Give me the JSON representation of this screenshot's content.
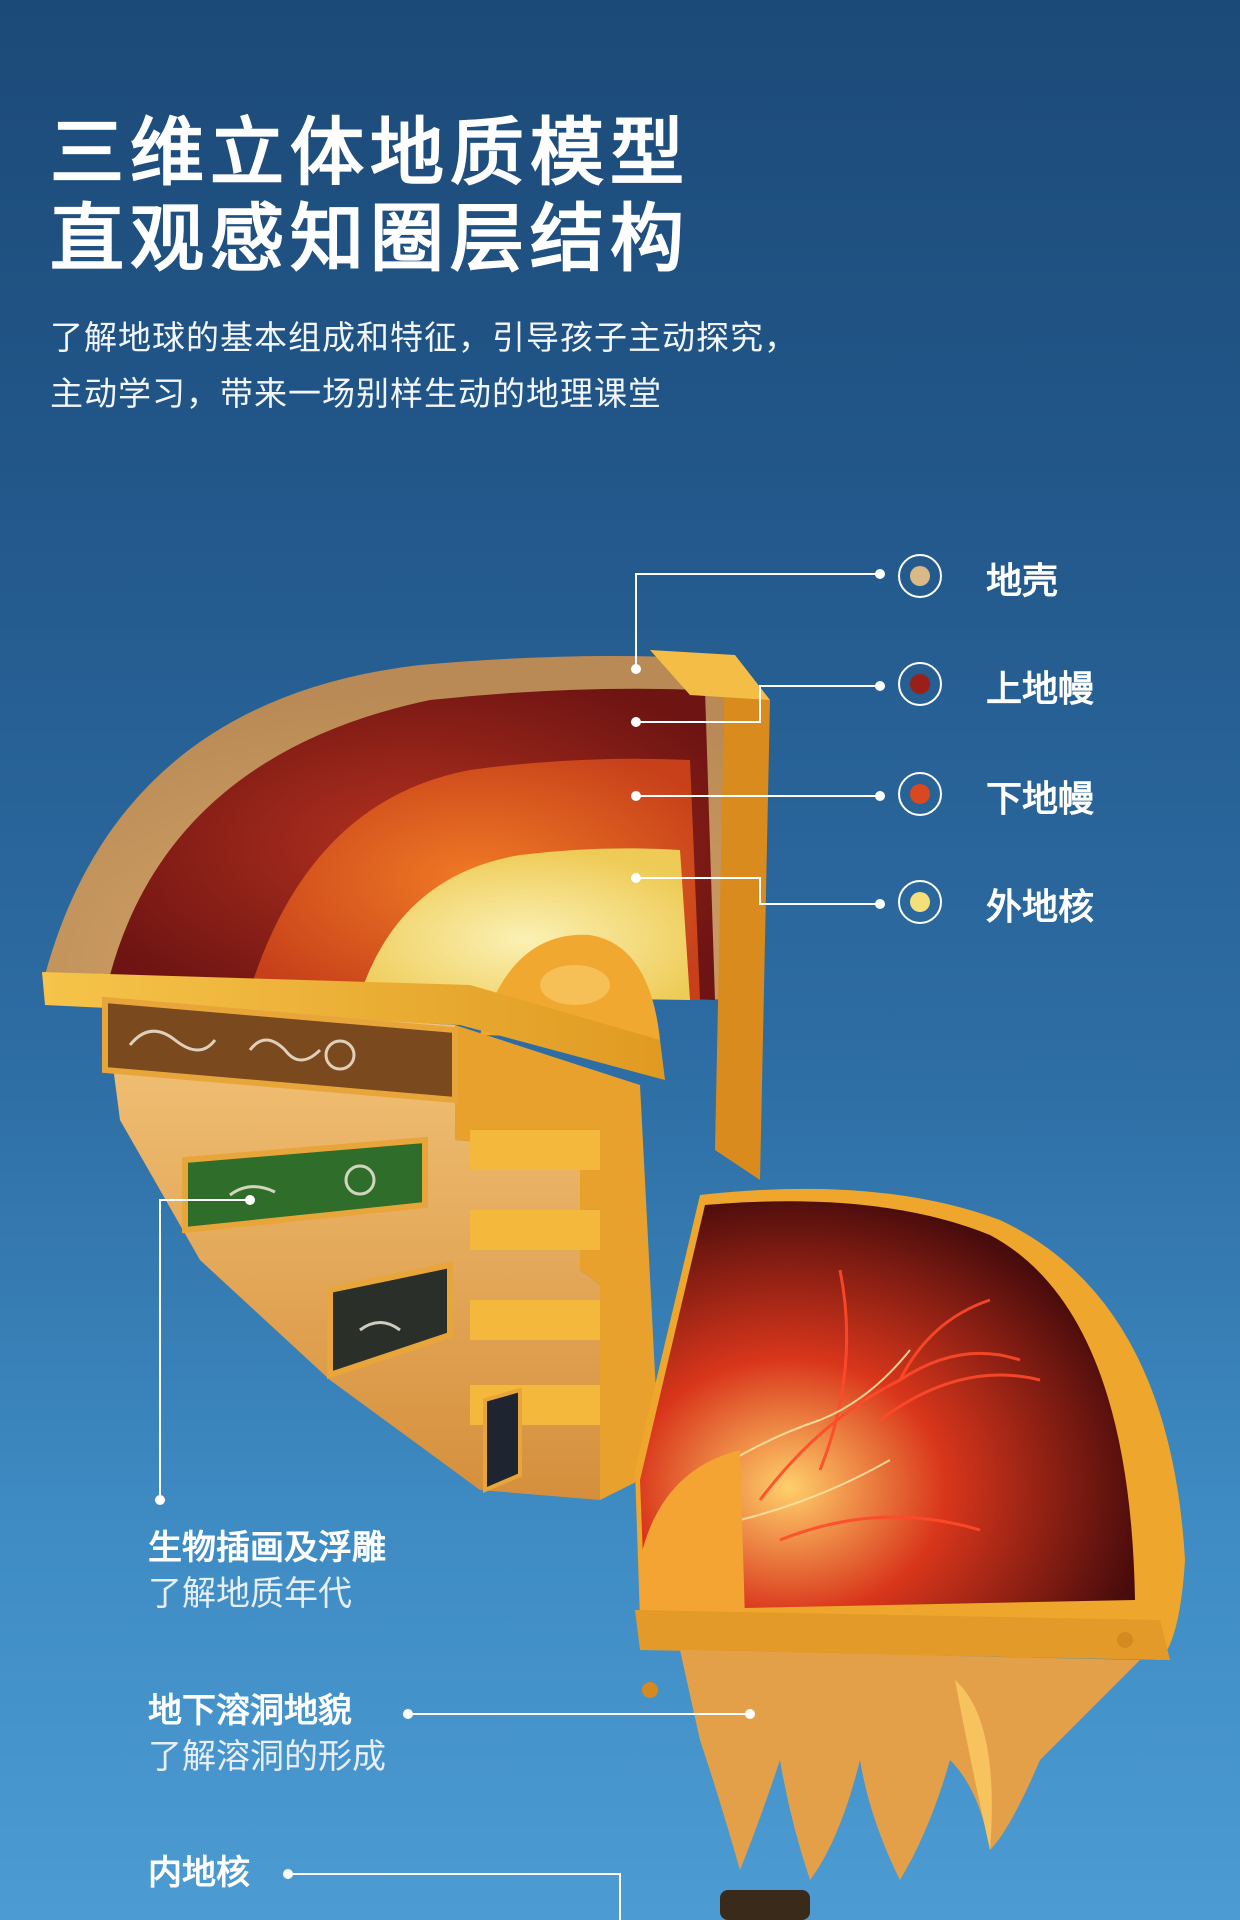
{
  "header": {
    "title_line1": "三维立体地质模型",
    "title_line2": "直观感知圈层结构",
    "subtitle_line1": "了解地球的基本组成和特征，引导孩子主动探究，",
    "subtitle_line2": "主动学习，带来一场别样生动的地理课堂"
  },
  "legend": [
    {
      "label": "地壳",
      "color": "#d9b988"
    },
    {
      "label": "上地幔",
      "color": "#9a1f18"
    },
    {
      "label": "下地幔",
      "color": "#d9481e"
    },
    {
      "label": "外地核",
      "color": "#f3e07a"
    }
  ],
  "annotations": {
    "fossil": {
      "main": "生物插画及浮雕",
      "sub": "了解地质年代"
    },
    "cave": {
      "main": "地下溶洞地貌",
      "sub": "了解溶洞的形成"
    },
    "inner_core": {
      "main": "内地核"
    }
  },
  "colors": {
    "frame": "#f2b632",
    "background_top": "#1c4a78",
    "background_bottom": "#4c9bd2"
  }
}
